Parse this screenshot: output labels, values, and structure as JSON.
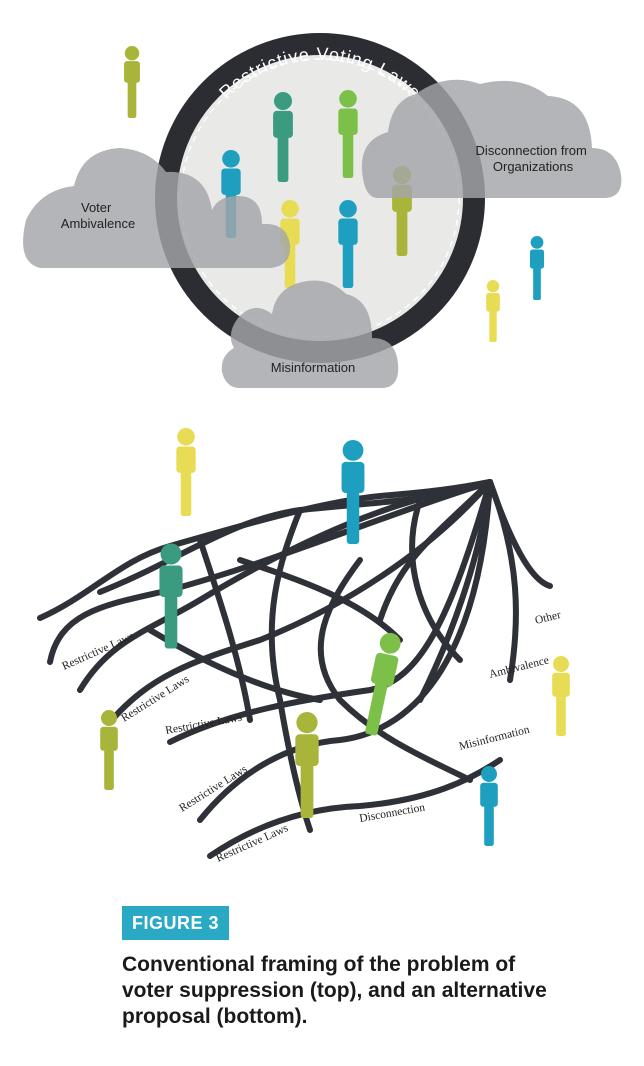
{
  "top_diagram": {
    "ring_label": "Restrictive Voting Laws",
    "clouds": {
      "voter_ambivalence": [
        "Voter",
        "Ambivalence"
      ],
      "disconnection": [
        "Disconnection from",
        "Organizations"
      ],
      "misinformation": [
        "Misinformation"
      ]
    }
  },
  "bottom_diagram": {
    "labels": {
      "restrictive_laws_1": "Restrictive Laws",
      "restrictive_laws_2": "Restrictive Laws",
      "restrictive_laws_3": "Restrictive Laws",
      "restrictive_laws_4": "Restrictive Laws",
      "restrictive_laws_5": "Restrictive Laws",
      "other": "Other",
      "ambivalence": "Ambivalence",
      "misinformation": "Misinformation",
      "disconnection": "Disconnection"
    }
  },
  "figure": {
    "tag": "FIGURE 3",
    "caption": "Conventional framing of the problem of voter suppression (top), and an alternative proposal (bottom)."
  },
  "colors": {
    "teal_blue": "#1f9fbf",
    "green_teal": "#3a9b80",
    "lime_green": "#7cc04a",
    "olive": "#a8b43a",
    "yellow": "#e8dc55",
    "cloud_gray": "#a3a5a8",
    "ring_dark": "#2b2d33",
    "tag_blue": "#29a9c3"
  }
}
